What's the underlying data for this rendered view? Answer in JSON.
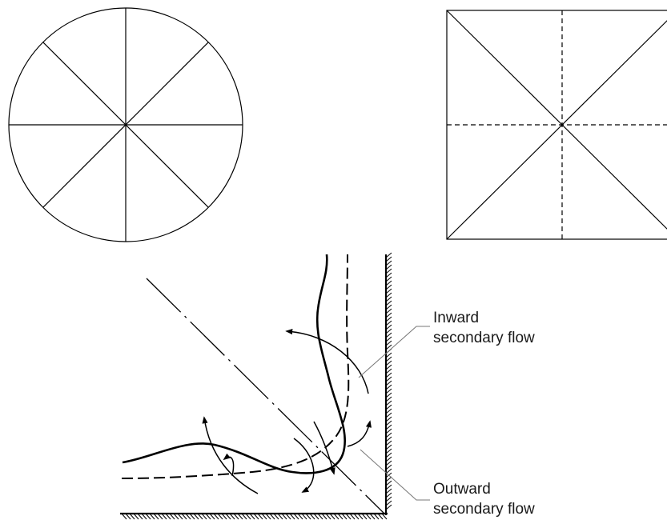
{
  "labels": {
    "inward": [
      "Inward",
      "secondary flow"
    ],
    "outward": [
      "Outward",
      "secondary flow"
    ]
  },
  "colors": {
    "stroke": "#000000",
    "leader": "#777777",
    "text": "#1a1a1a",
    "background": "#ffffff"
  },
  "icons": {
    "arrowhead": "filled-triangle-arrowhead",
    "wall": "hatched-wall"
  }
}
